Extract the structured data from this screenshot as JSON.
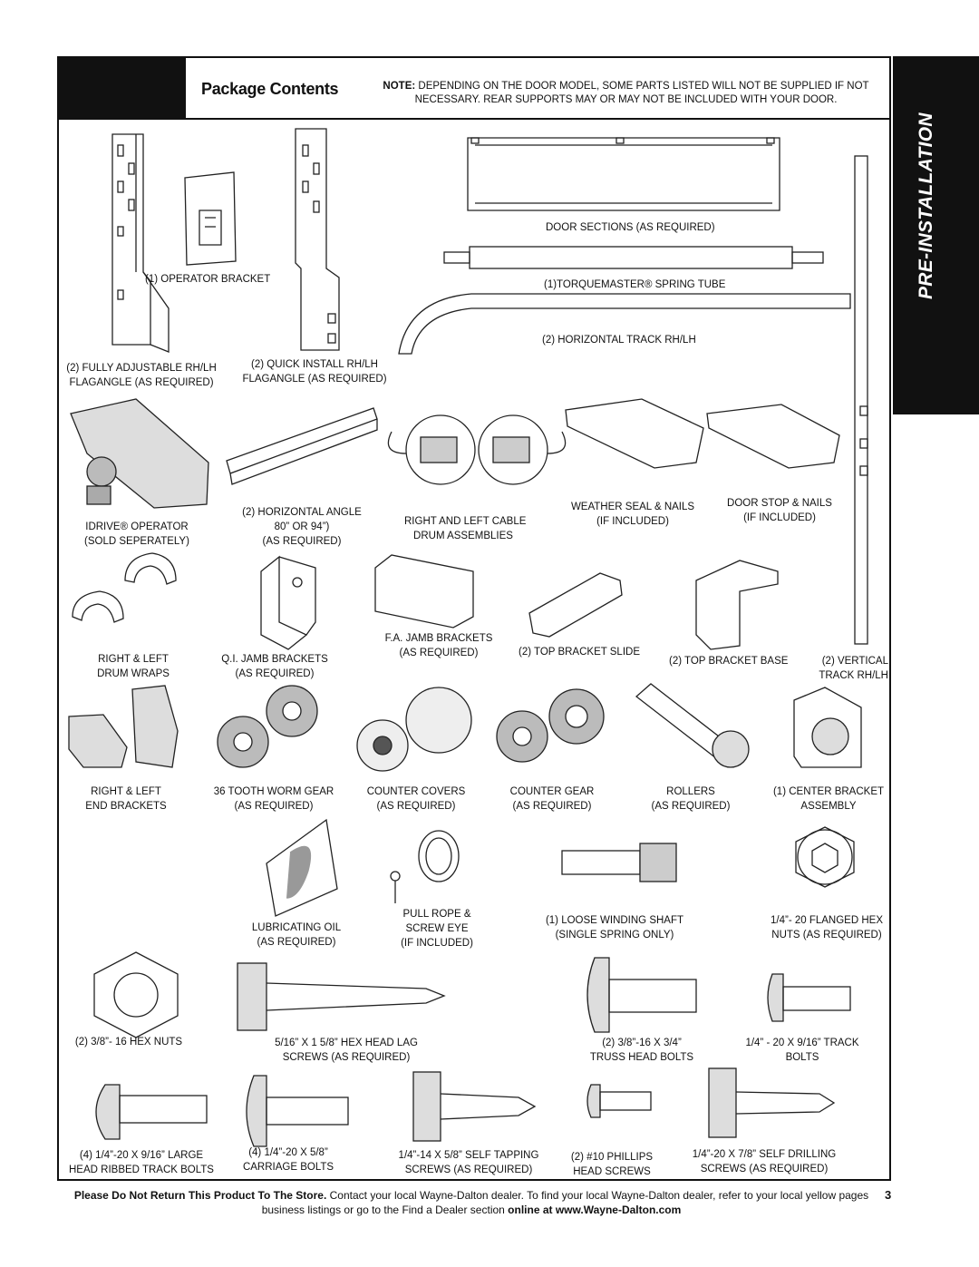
{
  "header": {
    "title": "Package Contents",
    "note_prefix": "NOTE:",
    "note_text": "DEPENDING ON THE DOOR MODEL, SOME PARTS LISTED WILL NOT BE SUPPLIED IF NOT NECESSARY. REAR SUPPORTS MAY OR MAY NOT BE INCLUDED WITH YOUR DOOR."
  },
  "side_tab": {
    "label": "PRE-INSTALLATION"
  },
  "parts": {
    "operator_bracket": "(1) OPERATOR BRACKET",
    "door_sections": "DOOR SECTIONS (AS REQUIRED)",
    "spring_tube": "(1)TORQUEMASTER® SPRING TUBE",
    "horizontal_track": "(2) HORIZONTAL TRACK RH/LH",
    "fully_adjustable": [
      "(2) FULLY ADJUSTABLE RH/LH",
      "FLAGANGLE (AS REQUIRED)"
    ],
    "quick_install": [
      "(2) QUICK INSTALL RH/LH",
      "FLAGANGLE (AS REQUIRED)"
    ],
    "idrive": [
      "IDRIVE® OPERATOR",
      "(SOLD SEPERATELY)"
    ],
    "horizontal_angle": [
      "(2) HORIZONTAL ANGLE",
      "80” OR 94”)",
      "(AS REQUIRED)"
    ],
    "cable_drums": [
      "RIGHT AND LEFT CABLE",
      "DRUM ASSEMBLIES"
    ],
    "weather_seal": [
      "WEATHER SEAL & NAILS",
      "(IF INCLUDED)"
    ],
    "door_stop": [
      "DOOR STOP & NAILS",
      "(IF INCLUDED)"
    ],
    "drum_wraps": [
      "RIGHT & LEFT",
      "DRUM WRAPS"
    ],
    "qi_jamb": [
      "Q.I. JAMB BRACKETS",
      "(AS REQUIRED)"
    ],
    "fa_jamb": [
      "F.A. JAMB BRACKETS",
      "(AS REQUIRED)"
    ],
    "top_bracket_slide": "(2) TOP BRACKET SLIDE",
    "top_bracket_base": "(2) TOP BRACKET BASE",
    "vertical_track": [
      "(2) VERTICAL",
      "TRACK RH/LH"
    ],
    "end_brackets": [
      "RIGHT & LEFT",
      "END BRACKETS"
    ],
    "worm_gear": [
      "36 TOOTH WORM GEAR",
      "(AS REQUIRED)"
    ],
    "counter_covers": [
      "COUNTER COVERS",
      "(AS REQUIRED)"
    ],
    "counter_gear": [
      "COUNTER GEAR",
      "(AS REQUIRED)"
    ],
    "rollers": [
      "ROLLERS",
      "(AS REQUIRED)"
    ],
    "center_bracket": [
      "(1) CENTER BRACKET",
      "ASSEMBLY"
    ],
    "lubricating_oil": [
      "LUBRICATING OIL",
      "(AS REQUIRED)"
    ],
    "pull_rope": [
      "PULL ROPE &",
      "SCREW EYE",
      "(IF INCLUDED)"
    ],
    "winding_shaft": [
      "(1) LOOSE WINDING SHAFT",
      "(SINGLE SPRING ONLY)"
    ],
    "flanged_hex": [
      "1/4”- 20 FLANGED HEX",
      "NUTS (AS REQUIRED)"
    ],
    "hex_nuts": "(2) 3/8”- 16 HEX NUTS",
    "lag_screws": [
      "5/16” X 1 5/8” HEX HEAD LAG",
      "SCREWS (AS REQUIRED)"
    ],
    "truss_bolts": [
      "(2) 3/8”-16 X 3/4”",
      "TRUSS HEAD BOLTS"
    ],
    "track_bolts": [
      "1/4” - 20 X 9/16” TRACK",
      "BOLTS"
    ],
    "ribbed_bolts": [
      "(4) 1/4”-20 X 9/16” LARGE",
      "HEAD RIBBED TRACK BOLTS"
    ],
    "carriage_bolts": [
      "(4) 1/4”-20 X 5/8”",
      "CARRIAGE BOLTS"
    ],
    "self_tapping": [
      "1/4”-14 X 5/8” SELF TAPPING",
      "SCREWS (AS REQUIRED)"
    ],
    "phillips": [
      "(2) #10 PHILLIPS",
      "HEAD SCREWS"
    ],
    "self_drilling": [
      "1/4”-20 X 7/8” SELF DRILLING",
      "SCREWS (AS REQUIRED)"
    ]
  },
  "footer": {
    "bold": "Please Do Not Return This Product To The Store.",
    "text": " Contact your local Wayne-Dalton dealer. To find your local Wayne-Dalton dealer, refer to your local yellow pages business listings or go to the Find a Dealer section ",
    "online_bold": "online at www.Wayne-Dalton.com",
    "page_number": "3"
  }
}
